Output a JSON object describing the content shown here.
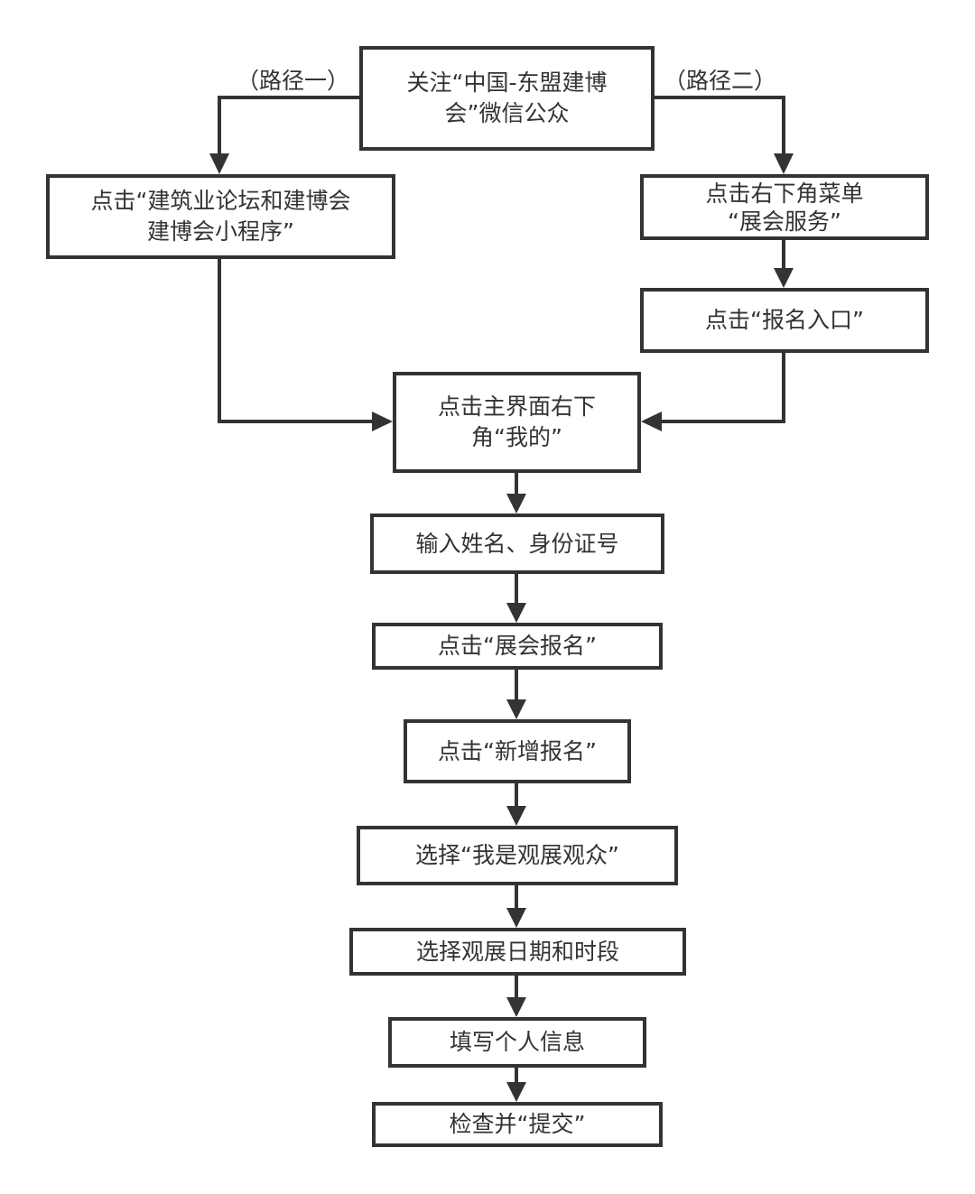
{
  "colors": {
    "stroke": "#333333",
    "text": "#333333",
    "background": "#ffffff"
  },
  "labels": {
    "path1": "（路径一）",
    "path2": "（路径二）"
  },
  "nodes": {
    "follow": "关注“中国-东盟建博\n会”微信公众",
    "miniprogram": "点击“建筑业论坛和建博会\n建博会小程序”",
    "menu": "点击右下角菜单\n“展会服务”",
    "entry": "点击“报名入口”",
    "mine": "点击主界面右下\n角“我的”",
    "idinput": "输入姓名、身份证号",
    "expo_signup": "点击“展会报名”",
    "new_signup": "点击“新增报名”",
    "visitor": "选择“我是观展观众”",
    "date": "选择观展日期和时段",
    "personal": "填写个人信息",
    "submit": "检查并“提交”"
  }
}
